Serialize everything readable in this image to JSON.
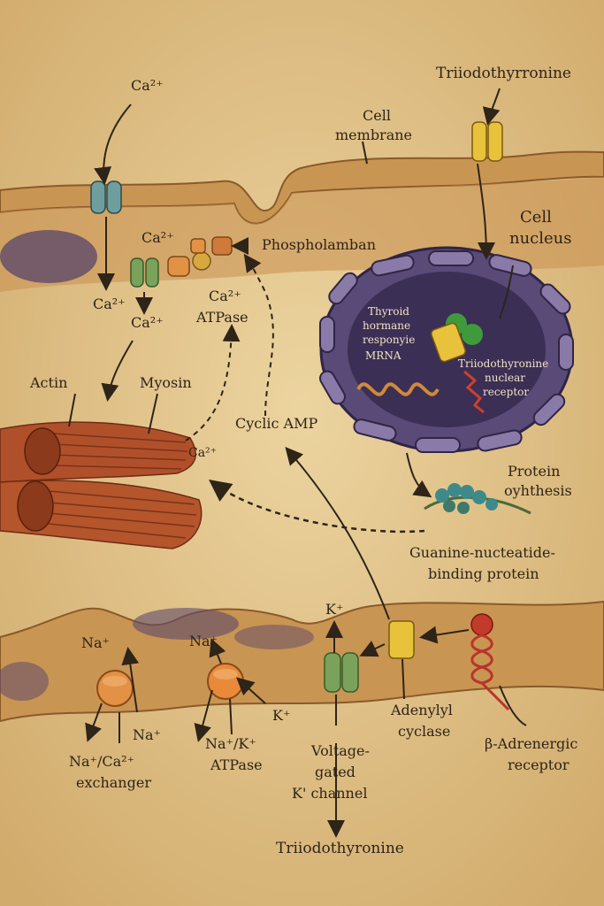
{
  "labels": {
    "ca_top": "Ca²⁺",
    "triiodothyronine_top": "Triiodothyrronine",
    "cell_membrane_1": "Cell",
    "cell_membrane_2": "membrane",
    "cell_nucleus_1": "Cell",
    "cell_nucleus_2": "nucleus",
    "ca_channel_out": "Ca²⁺",
    "ca_upper": "Ca²⁺",
    "ca_lower": "Ca²⁺",
    "phospholamban": "Phospholamban",
    "ca_atpase_1": "Ca²⁺",
    "ca_atpase_2": "ATPase",
    "thyroid_mrna_1": "Thyroid",
    "thyroid_mrna_2": "hormane",
    "thyroid_mrna_3": "responyie",
    "thyroid_mrna_4": "MRNA",
    "nuclear_receptor_1": "Triiodothyronine",
    "nuclear_receptor_2": "nuclear",
    "nuclear_receptor_3": "receptor",
    "actin": "Actin",
    "myosin": "Myosin",
    "cyclic_amp": "Cyclic AMP",
    "ca_myo": "Ca²⁺",
    "protein_synthesis_1": "Protein",
    "protein_synthesis_2": "oyhthesis",
    "g_protein_1": "Guanine-nucteatide-",
    "g_protein_2": "binding protein",
    "k_out": "K⁺",
    "na_left": "Na⁺",
    "na_left_in": "Na⁺",
    "na_exchanger_1": "Na⁺/Ca²⁺",
    "na_exchanger_2": "exchanger",
    "na_mid": "Na⁺",
    "k_mid": "K⁺",
    "na_k_atpase_1": "Na⁺/K⁺",
    "na_k_atpase_2": "ATPase",
    "k_channel_1": "Voltage-",
    "k_channel_2": "gated",
    "k_channel_3": "K' channel",
    "adenylyl_1": "Adenylyl",
    "adenylyl_2": "cyclase",
    "beta_1": "β-Adrenergic",
    "beta_2": "receptor",
    "triiodothyronine_bottom": "Triiodothyronine"
  },
  "colors": {
    "parchment": "#e6c98f",
    "membrane": "#c08a45",
    "cytoplasm": "#d5a766",
    "nucleus": "#5a4a78",
    "nucleus_inner": "#3b2f55",
    "ink": "#2e2418",
    "muscle": "#b0502a",
    "channel_blue": "#6f9e9e",
    "channel_green": "#7aa25a",
    "pump_orange": "#e39145",
    "receptor_yellow": "#e8c23a",
    "receptor_red": "#b8352a"
  }
}
